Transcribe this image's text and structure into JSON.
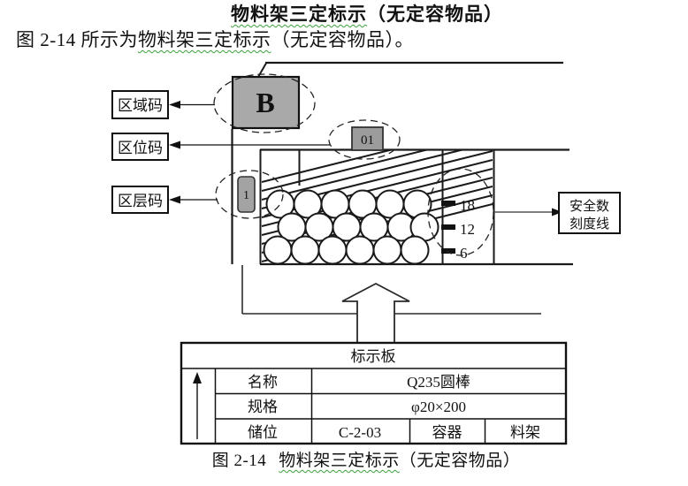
{
  "doc": {
    "title_marked": "物料架三定标示",
    "title_rest": "（无定容物品）",
    "intro_prefix": "图 2-14 所示为",
    "intro_marked": "物料架三定标示",
    "intro_suffix": "（无定容物品）。",
    "caption_figno": "图 2-14",
    "caption_marked": "物料架三定标示",
    "caption_suffix": "（无定容物品）"
  },
  "diagram": {
    "zone_label": "区域码",
    "location_label": "区位码",
    "layer_label": "区层码",
    "zone_badge": "B",
    "location_badge": "01",
    "layer_badge": "1",
    "tick_18": "18",
    "tick_12": "12",
    "tick_6": "6",
    "safety_line1": "安全数",
    "safety_line2": "刻度线"
  },
  "board": {
    "title": "标示板",
    "rows": [
      {
        "label": "名称",
        "value": "Q235圆棒"
      },
      {
        "label": "规格",
        "value": "φ20×200"
      },
      {
        "label": "储位",
        "value": "C-2-03",
        "cell3": "容器",
        "cell4": "料架"
      }
    ]
  },
  "colors": {
    "badge_gray": "#a9a9a9",
    "squiggle_green": "#3aa33a",
    "ink": "#1a1a1a"
  }
}
